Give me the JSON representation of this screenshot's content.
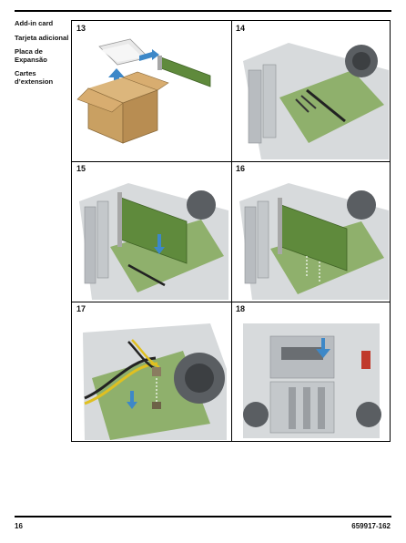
{
  "sidebar": {
    "labels": [
      "Add-in card",
      "Tarjeta adicional",
      "Placa de Expansão",
      "Cartes d’extension"
    ]
  },
  "steps": [
    "13",
    "14",
    "15",
    "16",
    "17",
    "18"
  ],
  "footer": {
    "page_number": "16",
    "doc_number": "659917-162"
  },
  "colors": {
    "rule": "#000000",
    "card_green": "#5f8a3c",
    "arrow_blue": "#3d88c8",
    "box_brown": "#c9a062",
    "chassis_gray": "#b8bcc0",
    "board_green": "#8fb06c"
  }
}
